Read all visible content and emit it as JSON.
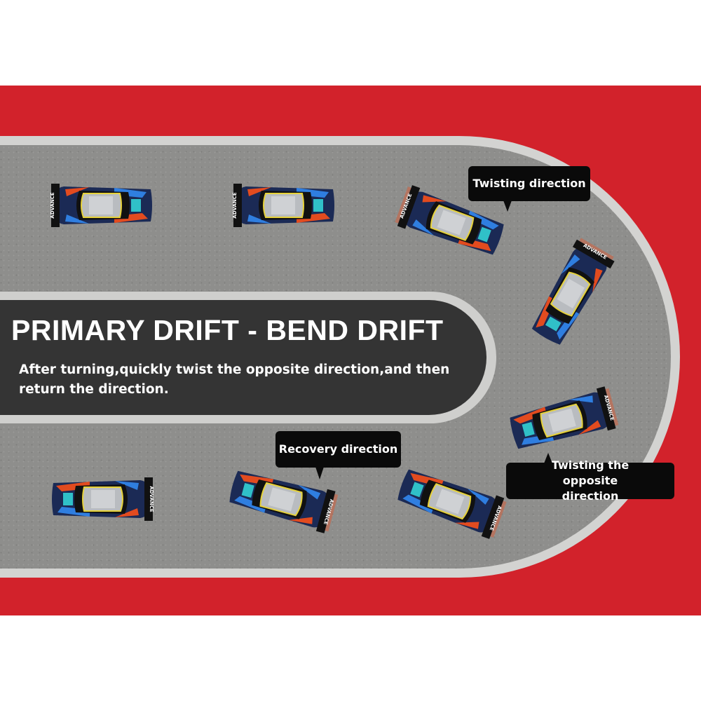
{
  "heading": "PRIMARY DRIFT - BEND DRIFT",
  "description": "After turning,quickly twist the opposite direction,and then return the direction.",
  "callouts": {
    "twisting": "Twisting direction",
    "recovery": "Recovery direction",
    "opposite": "Twisting the opposite direction"
  },
  "car_wing_text": "ADVANCE",
  "colors": {
    "background_red": "#d2222b",
    "track": "#8e8e8c",
    "panel": "#343434"
  }
}
